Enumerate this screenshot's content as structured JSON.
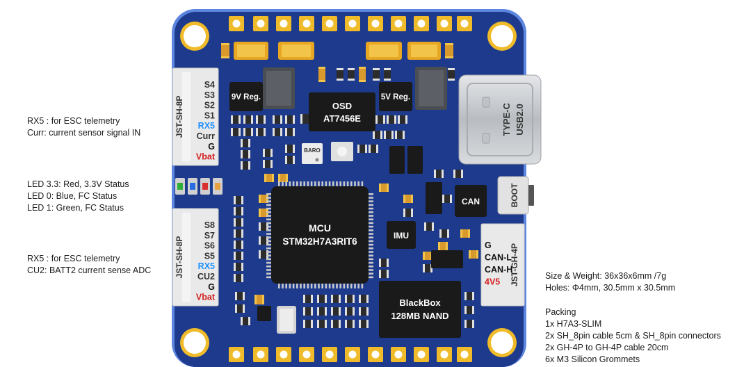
{
  "left_notes": {
    "esc_block_1": [
      "RX5 : for ESC telemetry",
      "Curr: current sensor signal IN"
    ],
    "led_block": [
      "LED 3.3: Red, 3.3V Status",
      "LED 0: Blue, FC Status",
      "LED 1: Green, FC Status"
    ],
    "esc_block_2": [
      "RX5 : for ESC telemetry",
      "CU2: BATT2 current sense ADC"
    ]
  },
  "right_notes": {
    "size": "Size & Weight: 36x36x6mm /7g",
    "holes": "Holes: Φ4mm, 30.5mm x 30.5mm",
    "packing_title": "Packing",
    "packing_items": [
      "1x H7A3-SLIM",
      "2x SH_8pin cable 5cm & SH_8pin connectors",
      "2x GH-4P to GH-4P cable 20cm",
      "6x M3 Silicon Grommets"
    ]
  },
  "board": {
    "connector_top_label": "JST-SH-8P",
    "connector_top_pins": [
      {
        "text": "S4",
        "color": "#333333"
      },
      {
        "text": "S3",
        "color": "#333333"
      },
      {
        "text": "S2",
        "color": "#333333"
      },
      {
        "text": "S1",
        "color": "#333333"
      },
      {
        "text": "RX5",
        "color": "#1e90ff"
      },
      {
        "text": "Curr",
        "color": "#333333"
      },
      {
        "text": "G",
        "color": "#111111"
      },
      {
        "text": "Vbat",
        "color": "#d42020"
      }
    ],
    "connector_bottom_label": "JST-SH-8P",
    "connector_bottom_pins": [
      {
        "text": "S8",
        "color": "#333333"
      },
      {
        "text": "S7",
        "color": "#333333"
      },
      {
        "text": "S6",
        "color": "#333333"
      },
      {
        "text": "S5",
        "color": "#333333"
      },
      {
        "text": "RX5",
        "color": "#1e90ff"
      },
      {
        "text": "CU2",
        "color": "#333333"
      },
      {
        "text": "G",
        "color": "#111111"
      },
      {
        "text": "Vbat",
        "color": "#d42020"
      }
    ],
    "connector_right_label": "JST-GH-4P",
    "connector_right_pins": [
      {
        "text": "G",
        "color": "#111111"
      },
      {
        "text": "CAN-L",
        "color": "#111111"
      },
      {
        "text": "CAN-H",
        "color": "#111111"
      },
      {
        "text": "4V5",
        "color": "#d42020"
      }
    ],
    "reg_9v": "9V Reg.",
    "reg_5v": "5V Reg.",
    "osd_line1": "OSD",
    "osd_line2": "AT7456E",
    "baro": "BARO",
    "usb_line1": "TYPE-C",
    "usb_line2": "USB2.0",
    "boot": "BOOT",
    "can": "CAN",
    "imu": "IMU",
    "mcu_line1": "MCU",
    "mcu_line2": "STM32H7A3RIT6",
    "blackbox_line1": "BlackBox",
    "blackbox_line2": "128MB NAND",
    "colors": {
      "pcb": "#1d3a8c",
      "pcb_edge": "#5d86e0",
      "gold": "#f0bb2a",
      "chip": "#1a1a1a",
      "connector": "#e9e9e9",
      "usb": "#c2c5c9"
    }
  }
}
